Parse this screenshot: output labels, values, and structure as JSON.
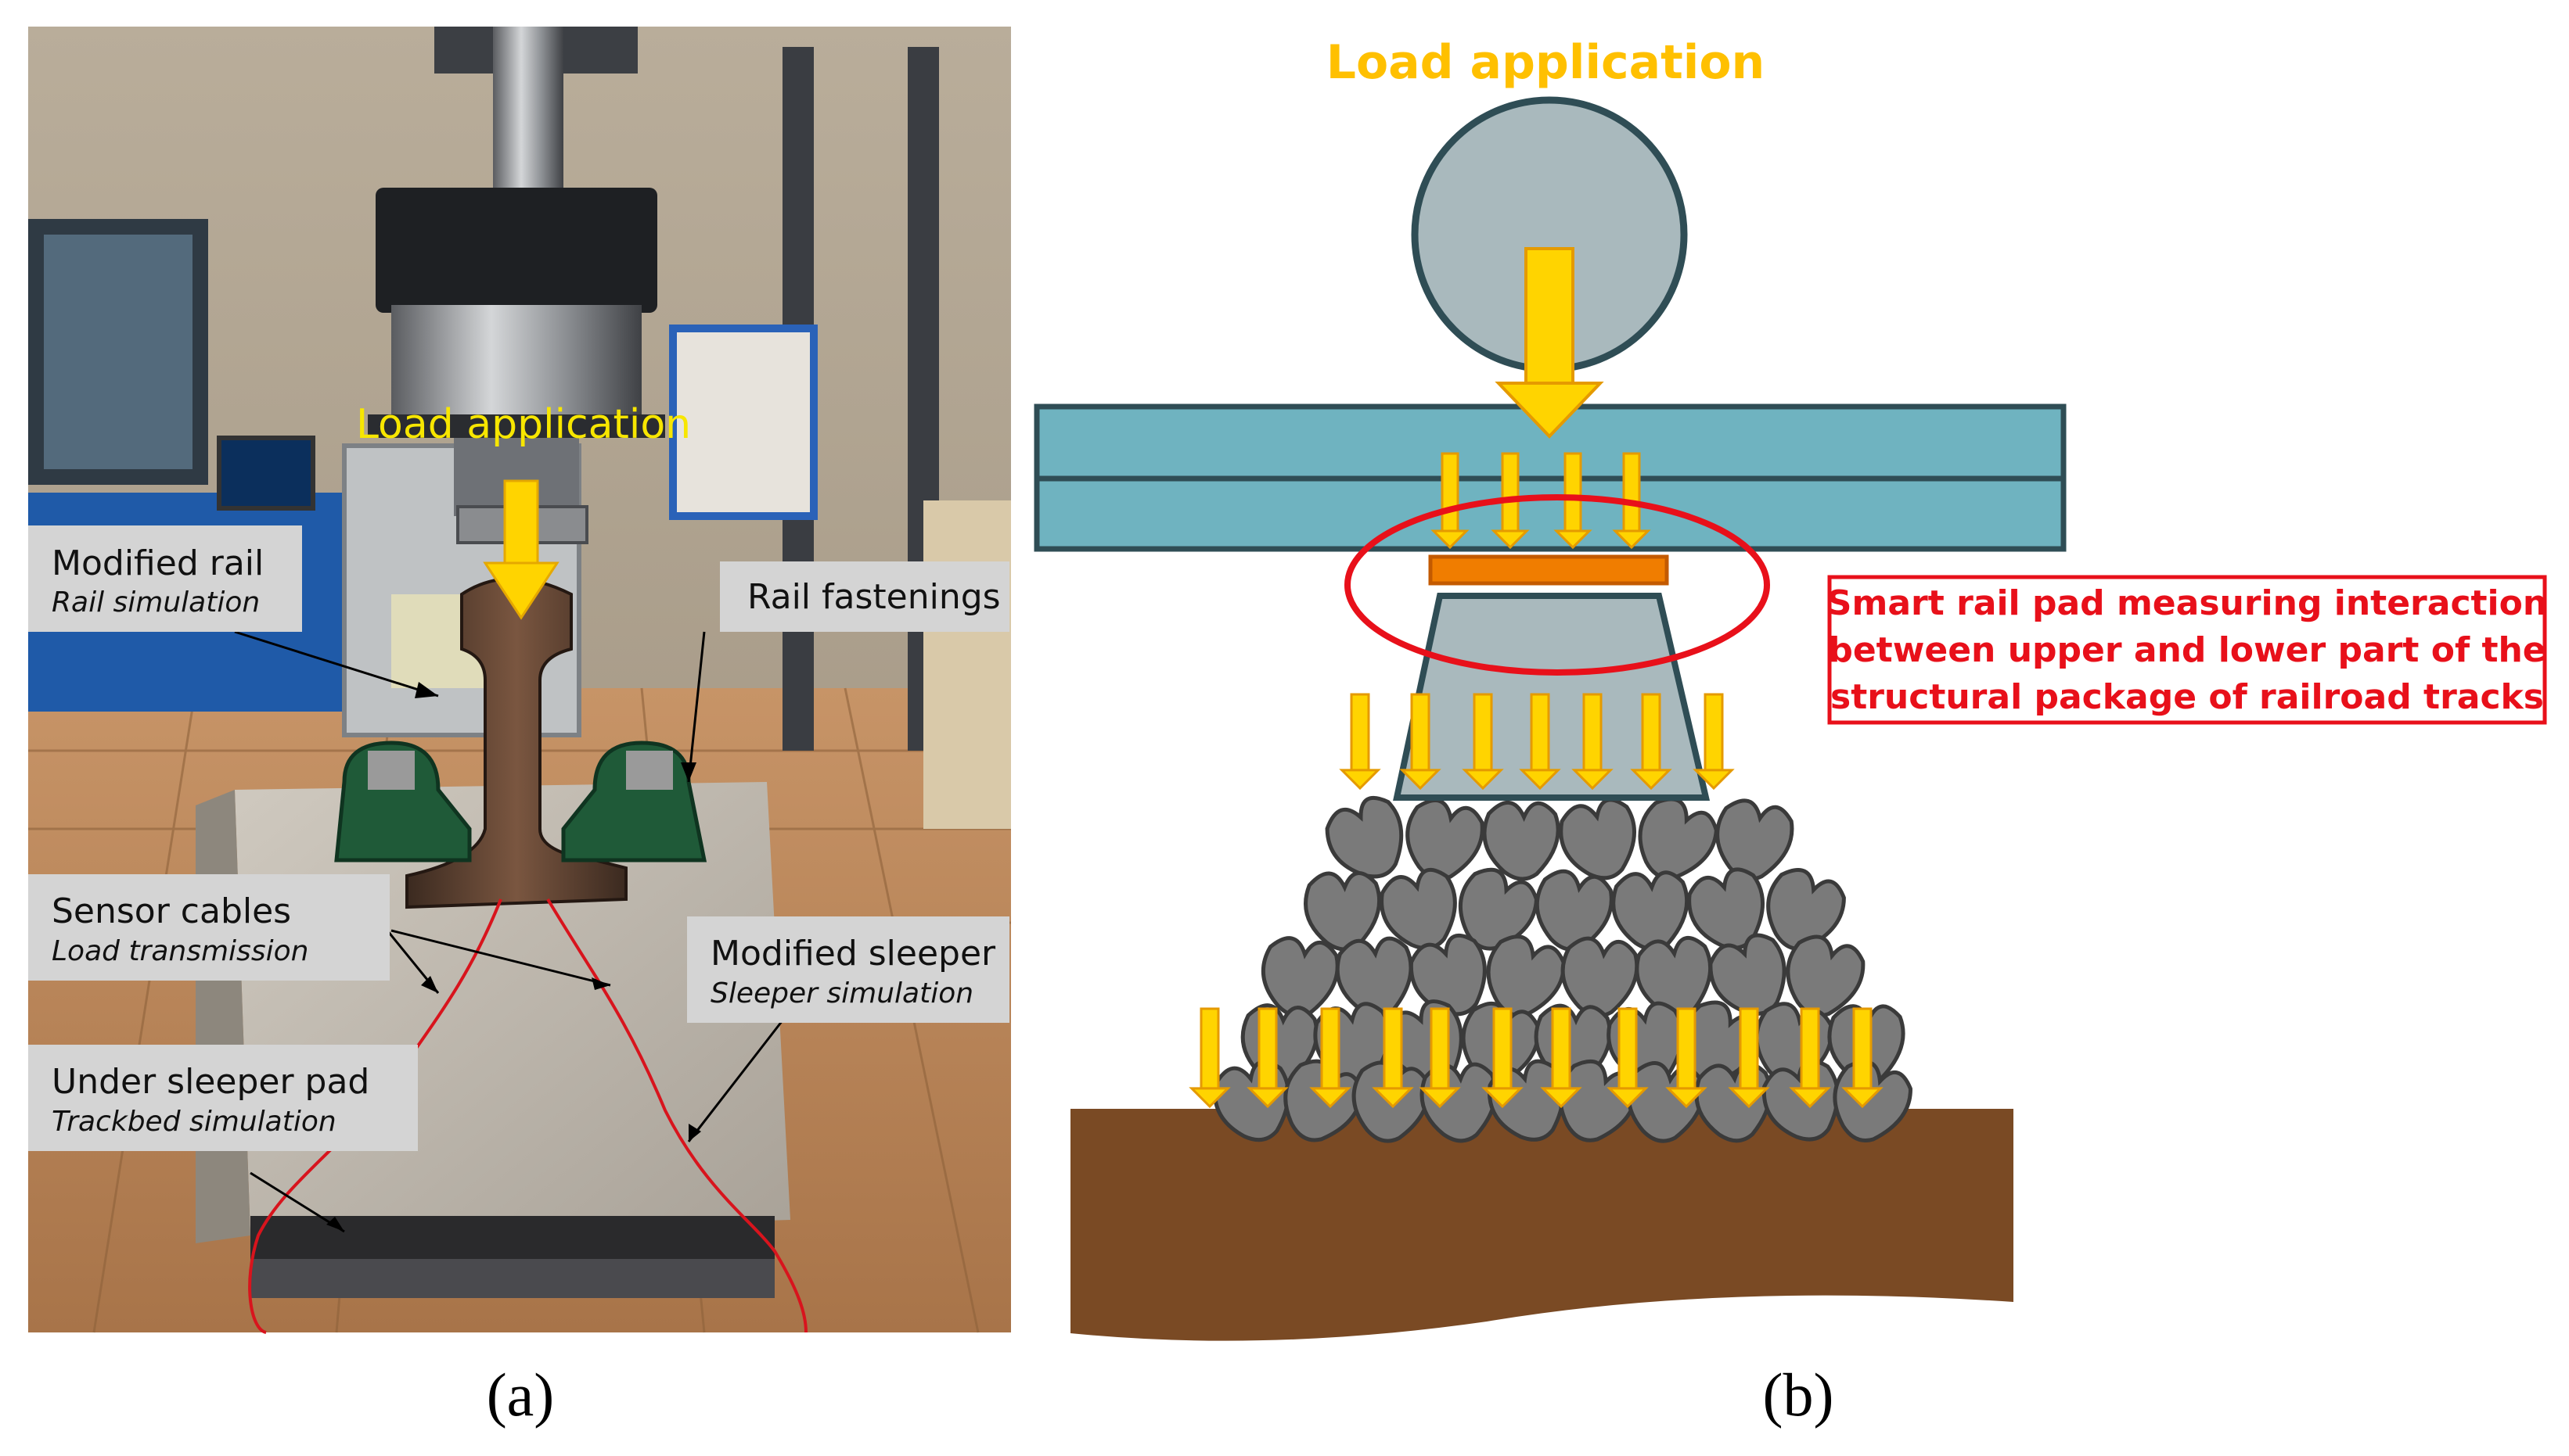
{
  "photo": {
    "load_label": "Load application",
    "callouts": {
      "modified_rail": {
        "title": "Modified rail",
        "subtitle": "Rail simulation"
      },
      "rail_fastenings": {
        "title": "Rail fastenings"
      },
      "sensor_cables": {
        "title": "Sensor cables",
        "subtitle": "Load transmission"
      },
      "modified_sleeper": {
        "title": "Modified sleeper",
        "subtitle": "Sleeper simulation"
      },
      "under_sleeper_pad": {
        "title": "Under sleeper pad",
        "subtitle": "Trackbed simulation"
      }
    },
    "caption": "(a)"
  },
  "diagram": {
    "load_label": "Load application",
    "smart_pad_note": [
      "Smart rail pad measuring interaction",
      "between upper and lower part of the",
      "structural package of railroad tracks"
    ],
    "caption": "(b)"
  },
  "colors": {
    "arrow_yellow": "#ffd400",
    "arrow_outline": "#e59a00",
    "rail_teal": "#6fb3c0",
    "pad_orange": "#f07d00",
    "highlight_red": "#e8101a",
    "wheel_grey": "#a9b9bd",
    "ballast_grey": "#7a7a7a",
    "soil_brown": "#7a4a24"
  }
}
